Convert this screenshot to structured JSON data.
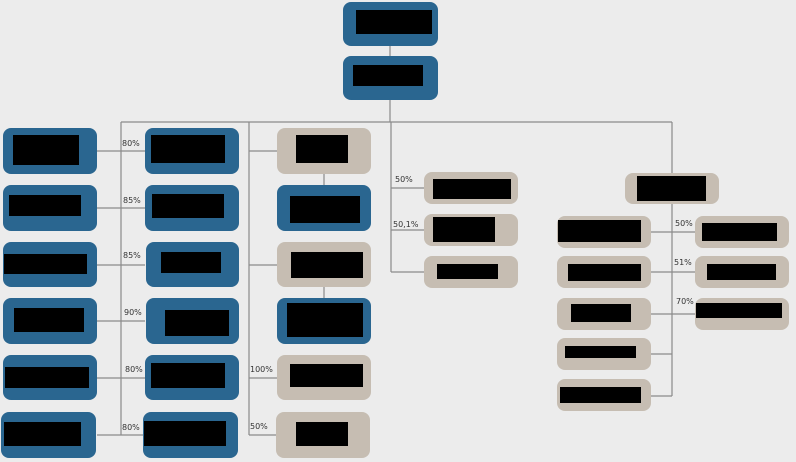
{
  "colors": {
    "blue_node": "#2a6690",
    "beige_node": "#c6bdb2",
    "connector": "#888888",
    "redaction": "#000000"
  },
  "labels": {
    "a1": "80%",
    "a2": "85%",
    "a3": "85%",
    "a4": "90%",
    "a5": "80%",
    "a6": "80%",
    "c5": "100%",
    "c6": "50%",
    "d1": "50%",
    "d2": "50,1%",
    "f1": "50%",
    "f2": "51%",
    "f3": "70%"
  }
}
